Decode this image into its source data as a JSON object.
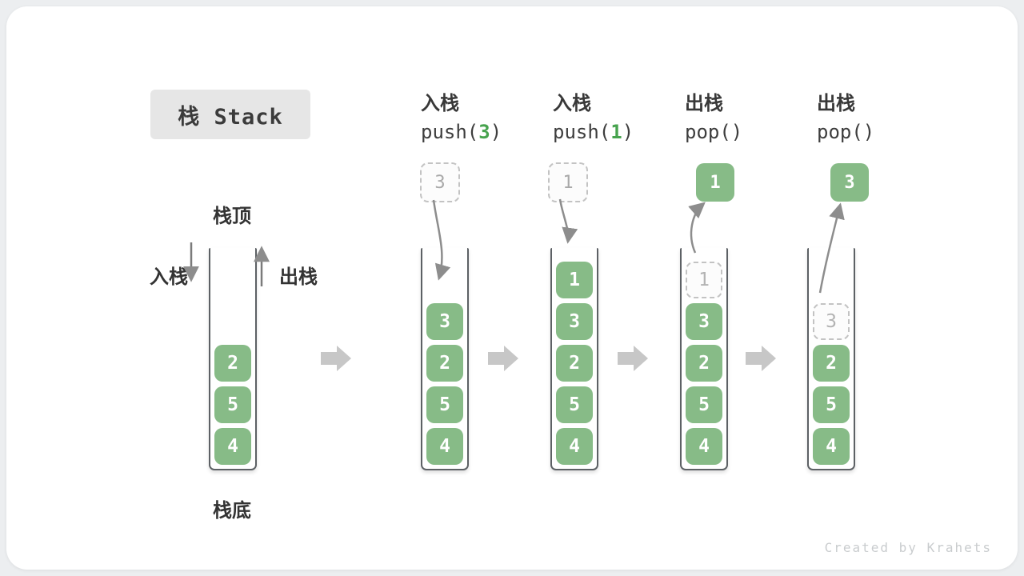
{
  "title": "栈 Stack",
  "watermark": "Created by Krahets",
  "labels": {
    "stack_top": "栈顶",
    "stack_bottom": "栈底",
    "push_side": "入栈",
    "pop_side": "出栈"
  },
  "ops": [
    {
      "cn": "入栈",
      "pre": "push(",
      "arg": "3",
      "post": ")"
    },
    {
      "cn": "入栈",
      "pre": "push(",
      "arg": "1",
      "post": ")"
    },
    {
      "cn": "出栈",
      "pre": "pop(",
      "arg": "",
      "post": ")"
    },
    {
      "cn": "出栈",
      "pre": "pop(",
      "arg": "",
      "post": ")"
    }
  ],
  "stacks": [
    {
      "name": "initial-state",
      "blocks": [
        "2",
        "5",
        "4"
      ]
    },
    {
      "name": "after-push-3",
      "floating": {
        "value": "3",
        "style": "dashed"
      },
      "blocks": [
        "3",
        "2",
        "5",
        "4"
      ]
    },
    {
      "name": "after-push-1",
      "floating": {
        "value": "1",
        "style": "dashed"
      },
      "blocks": [
        "1",
        "3",
        "2",
        "5",
        "4"
      ]
    },
    {
      "name": "after-pop-1",
      "floating": {
        "value": "1",
        "style": "solid"
      },
      "ghost": "1",
      "blocks": [
        "3",
        "2",
        "5",
        "4"
      ]
    },
    {
      "name": "after-pop-3",
      "floating": {
        "value": "3",
        "style": "solid"
      },
      "ghost": "3",
      "blocks": [
        "2",
        "5",
        "4"
      ]
    }
  ],
  "colors": {
    "block_green": "#87bb87",
    "accent_green": "#47a34e",
    "arrow_gray": "#8d8d8d",
    "flow_arrow_gray": "#c7c7c7",
    "dashed_border": "#c3c3c3",
    "title_bg": "#e6e6e6"
  }
}
